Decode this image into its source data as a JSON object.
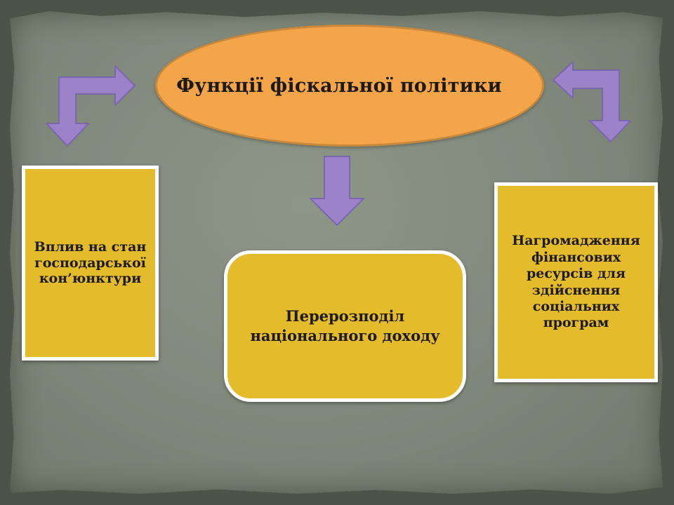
{
  "diagram": {
    "title": "Функції фіскальної політики",
    "left_box": "Вплив на стан господарської кон’юнктури",
    "center_box": "Перерозподіл національного доходу",
    "right_box": "Нагромадження фінансових ресурсів для здійснення соціальних програм"
  },
  "colors": {
    "background": "#4b5446",
    "paper": "#838b7d",
    "ellipse_fill": "#f4a449",
    "box_fill": "#e4bb2a",
    "box_border": "#ffffff",
    "arrow_fill": "#9b82c9",
    "arrow_stroke": "#7a66ad"
  },
  "icons": [
    "bent-arrow-left-icon",
    "down-arrow-icon",
    "bent-arrow-right-icon"
  ]
}
